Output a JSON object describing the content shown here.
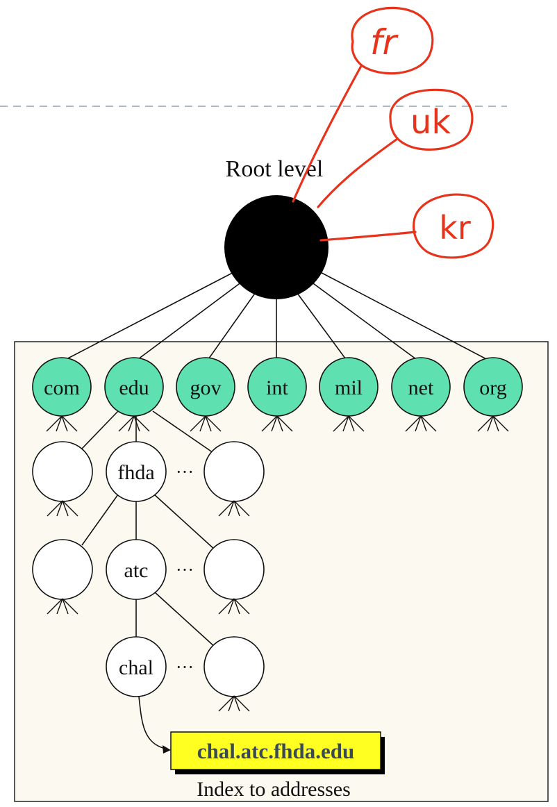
{
  "root": {
    "label": "Root level"
  },
  "top_level_domains": [
    "com",
    "edu",
    "gov",
    "int",
    "mil",
    "net",
    "org"
  ],
  "tree": {
    "level2_label": "fhda",
    "level3_label": "atc",
    "level4_label": "chal",
    "ellipsis": "···"
  },
  "address": {
    "label": "chal.atc.fhda.edu",
    "caption": "Index to addresses"
  },
  "annotations": [
    "fr",
    "uk",
    "kr"
  ],
  "colors": {
    "tld_fill": "#5fe0b0",
    "panel_bg": "#fcfaf0",
    "root_fill": "#000000",
    "annotation": "#e8331c",
    "address_bg": "#ffff22",
    "dashed_line": "#aab6c2"
  }
}
